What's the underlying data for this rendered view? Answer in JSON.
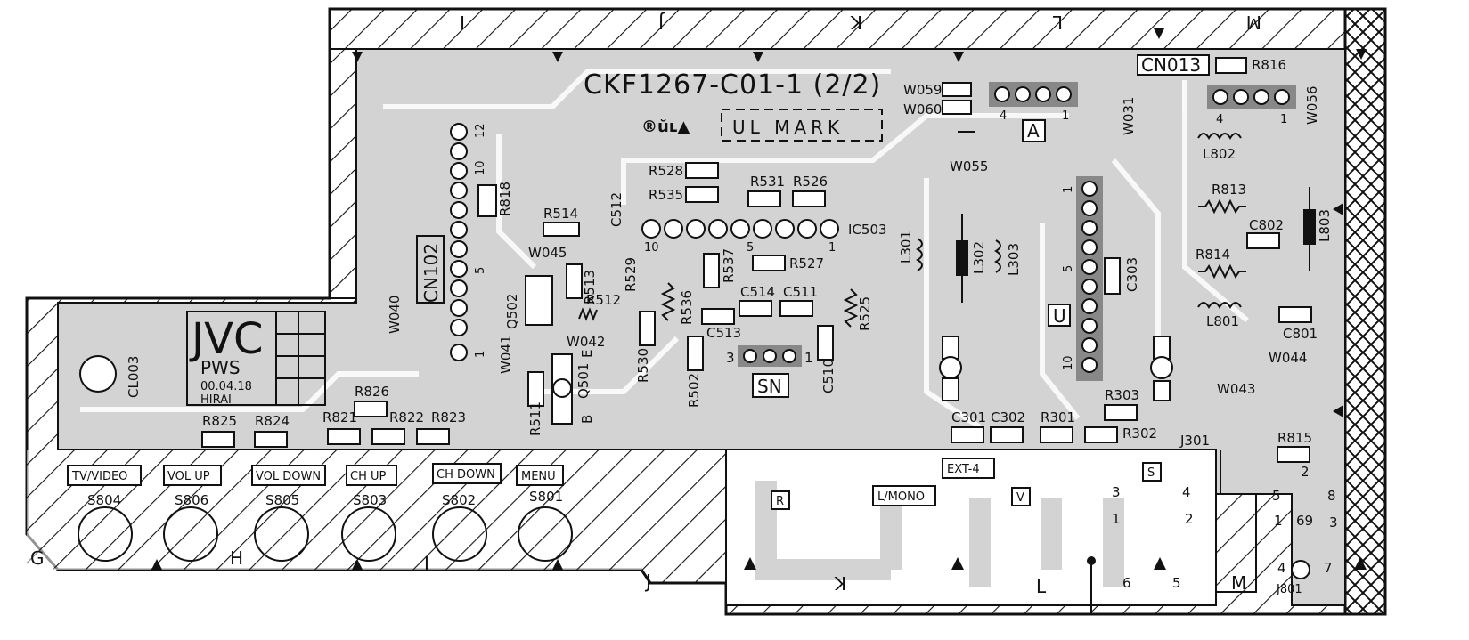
{
  "board": {
    "title": "CKF1267-C01-1 (2/2)",
    "ul_mark": "UL MARK",
    "brand": "JVC",
    "brand_sub": "PWS",
    "date": "00.04.18",
    "author": "HIRAI",
    "colors": {
      "copper": "#d3d3d3",
      "outline": "#111111",
      "background": "#ffffff",
      "pads": "#888888"
    }
  },
  "grid_letters": {
    "top": [
      "I",
      "J",
      "K",
      "L",
      "M"
    ],
    "bottom": [
      "G",
      "H",
      "I",
      "J",
      "K",
      "L",
      "M"
    ]
  },
  "connectors": {
    "cn102": "CN102",
    "cn013": "CN013",
    "a": "A",
    "sn": "SN",
    "u": "U",
    "j301": "J301",
    "j801": "J801",
    "cn102_pins": [
      "12",
      "10",
      "5",
      "1"
    ],
    "a_pins": [
      "4",
      "1"
    ],
    "cn013_pins": [
      "4",
      "1"
    ],
    "sn_pins": [
      "3",
      "1"
    ],
    "u_pins": [
      "1",
      "5",
      "10"
    ],
    "ic503_pins": [
      "10",
      "5",
      "1"
    ]
  },
  "buttons": [
    {
      "label": "TV/VIDEO",
      "ref": "S804"
    },
    {
      "label": "VOL UP",
      "ref": "S806"
    },
    {
      "label": "VOL DOWN",
      "ref": "S805"
    },
    {
      "label": "CH UP",
      "ref": "S803"
    },
    {
      "label": "CH DOWN",
      "ref": "S802"
    },
    {
      "label": "MENU",
      "ref": "S801"
    }
  ],
  "ext": {
    "label": "EXT-4",
    "mono": "L/MONO",
    "r": "R",
    "v": "V",
    "s": "S",
    "pins": [
      "3",
      "4",
      "1",
      "2",
      "6",
      "5"
    ]
  },
  "j801_pins": [
    "2",
    "5",
    "8",
    "1",
    "69",
    "3",
    "4",
    "7"
  ],
  "components": {
    "ic503": "IC503",
    "q502": "Q502",
    "q501": "Q501",
    "q501_pins": [
      "E",
      "B"
    ],
    "cl003": "CL003",
    "r818": "R818",
    "r514": "R514",
    "c512": "C512",
    "r528": "R528",
    "r535": "R535",
    "r531": "R531",
    "r526": "R526",
    "r527": "R527",
    "r537": "R537",
    "r529": "R529",
    "r513": "R513",
    "r512": "R512",
    "r536": "R536",
    "r530": "R530",
    "r502": "R502",
    "r511": "R511",
    "r525": "R525",
    "c514": "C514",
    "c511": "C511",
    "c513": "C513",
    "c510": "C510",
    "w045": "W045",
    "w040": "W040",
    "w041": "W041",
    "w042": "W042",
    "w059": "W059",
    "w060": "W060",
    "w055": "W055",
    "w031": "W031",
    "w056": "W056",
    "w044": "W044",
    "w043": "W043",
    "r816": "R816",
    "l802": "L802",
    "r813": "R813",
    "c802": "C802",
    "l803": "L803",
    "r814": "R814",
    "l801": "L801",
    "c801": "C801",
    "r815": "R815",
    "l301": "L301",
    "l302": "L302",
    "l303": "L303",
    "c303": "C303",
    "r303": "R303",
    "c301": "C301",
    "c302": "C302",
    "r301": "R301",
    "r302": "R302",
    "r826": "R826",
    "r825": "R825",
    "r824": "R824",
    "r821": "R821",
    "r822": "R822",
    "r823": "R823"
  }
}
